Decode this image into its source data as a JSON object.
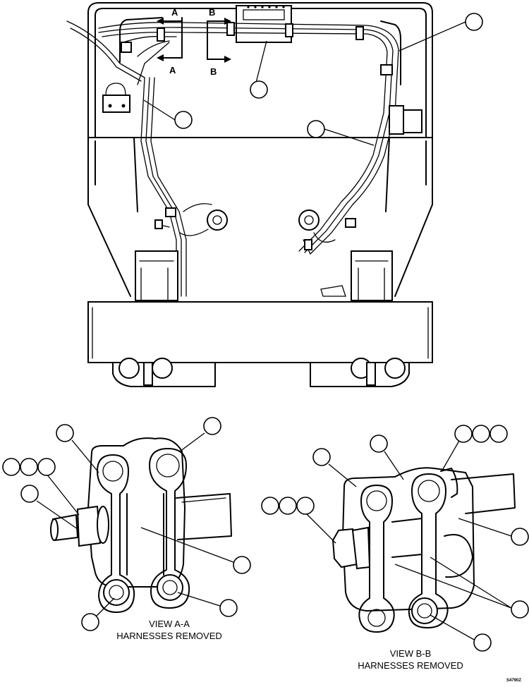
{
  "section_markers": {
    "a_top": "A",
    "a_bottom": "A",
    "b_top": "B",
    "b_bottom": "B"
  },
  "view_aa": {
    "title": "VIEW A-A",
    "subtitle": "HARNESSES REMOVED"
  },
  "view_bb": {
    "title": "VIEW B-B",
    "subtitle": "HARNESSES REMOVED"
  },
  "drawing_code": "S4790Z",
  "colors": {
    "ink": "#000000",
    "paper": "#ffffff"
  }
}
